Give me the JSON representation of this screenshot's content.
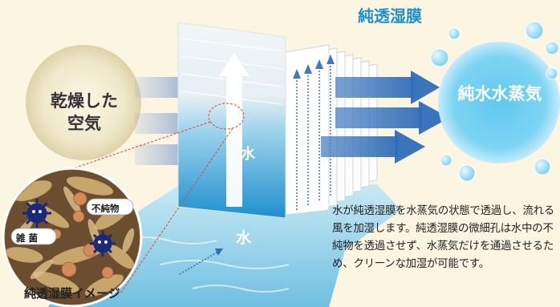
{
  "labels": {
    "membrane": "純透湿膜",
    "dry_air": "乾燥した空気",
    "pure_water_vapor": "純水水蒸気",
    "water_upper": "水",
    "water_lower": "水",
    "impurity": "不純物",
    "germ": "雑菌",
    "membrane_image": "純透湿膜イメージ"
  },
  "description": "水が純透湿膜を水蒸気の状態で透過し、流れる風を加湿します。純透湿膜の微細孔は水中の不純物を透過させず、水蒸気だけを通過させるため、クリーンな加湿が可能です。",
  "colors": {
    "background": "#fbf5e2",
    "accent_blue": "#1b8fd0",
    "pure_sphere": "#5cc4ec",
    "dry_sphere": "#ece3c4",
    "arrow_blue": "#5b8fc8",
    "germ": "#1a2a78"
  }
}
